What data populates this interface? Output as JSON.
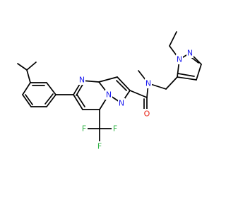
{
  "atoms": [
    {
      "label": "N",
      "color": "#1a1af0"
    },
    {
      "label": "N",
      "color": "#1a1af0"
    },
    {
      "label": "N",
      "color": "#1a1af0"
    },
    {
      "label": "N",
      "color": "#1a1af0"
    },
    {
      "label": "N",
      "color": "#1a1af0"
    },
    {
      "label": "N",
      "color": "#1a1af0"
    },
    {
      "label": "O",
      "color": "#e8261a"
    },
    {
      "label": "F",
      "color": "#2fb344"
    },
    {
      "label": "F",
      "color": "#2fb344"
    },
    {
      "label": "F",
      "color": "#2fb344"
    }
  ]
}
